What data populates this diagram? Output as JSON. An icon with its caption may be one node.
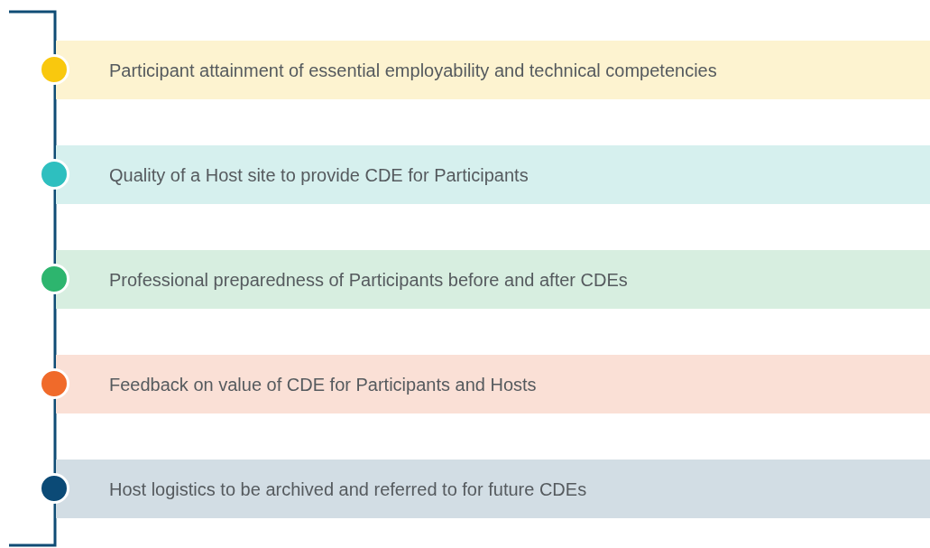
{
  "diagram": {
    "nodes": [
      {
        "text": [
          "Participant attainment of essential employability and technical competencies"
        ]
      },
      {
        "text": [
          "Quality of a Host site to provide CDE for Participants"
        ]
      },
      {
        "text": [
          "Professional preparedness of Participants before and after CDEs"
        ]
      },
      {
        "text": [
          "Feedback on value of CDE for Participants and Hosts"
        ]
      },
      {
        "text": [
          "Host logistics to be archived and referred to for future CDEs"
        ]
      }
    ]
  }
}
